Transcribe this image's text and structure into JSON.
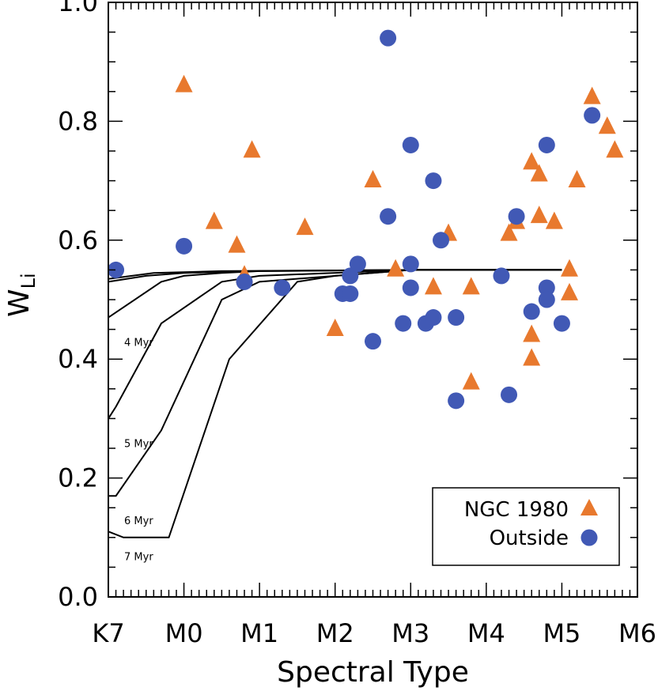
{
  "chart_data": {
    "type": "scatter",
    "xlabel": "Spectral Type",
    "ylabel_main": "W",
    "ylabel_sub": "Li",
    "xlim": [
      0,
      7
    ],
    "ylim": [
      0.0,
      1.0
    ],
    "x_ticks": [
      {
        "value": 0,
        "label": "K7"
      },
      {
        "value": 1,
        "label": "M0"
      },
      {
        "value": 2,
        "label": "M1"
      },
      {
        "value": 3,
        "label": "M2"
      },
      {
        "value": 4,
        "label": "M3"
      },
      {
        "value": 5,
        "label": "M4"
      },
      {
        "value": 6,
        "label": "M5"
      },
      {
        "value": 7,
        "label": "M6"
      }
    ],
    "y_ticks": [
      {
        "value": 0.0,
        "label": "0.0"
      },
      {
        "value": 0.2,
        "label": "0.2"
      },
      {
        "value": 0.4,
        "label": "0.4"
      },
      {
        "value": 0.6,
        "label": "0.6"
      },
      {
        "value": 0.8,
        "label": "0.8"
      },
      {
        "value": 1.0,
        "label": "1.0"
      }
    ],
    "series": [
      {
        "name": "NGC 1980",
        "marker": "triangle",
        "color": "#E8792E",
        "points": [
          [
            1.0,
            0.86
          ],
          [
            1.4,
            0.63
          ],
          [
            1.7,
            0.59
          ],
          [
            1.8,
            0.54
          ],
          [
            1.9,
            0.75
          ],
          [
            2.6,
            0.62
          ],
          [
            3.0,
            0.45
          ],
          [
            3.5,
            0.7
          ],
          [
            3.8,
            0.55
          ],
          [
            4.3,
            0.52
          ],
          [
            4.5,
            0.61
          ],
          [
            4.8,
            0.52
          ],
          [
            4.8,
            0.36
          ],
          [
            5.3,
            0.61
          ],
          [
            5.4,
            0.63
          ],
          [
            5.6,
            0.73
          ],
          [
            5.6,
            0.44
          ],
          [
            5.6,
            0.4
          ],
          [
            5.7,
            0.71
          ],
          [
            5.7,
            0.64
          ],
          [
            5.9,
            0.63
          ],
          [
            6.1,
            0.55
          ],
          [
            6.1,
            0.51
          ],
          [
            6.2,
            0.7
          ],
          [
            6.4,
            0.84
          ],
          [
            6.6,
            0.79
          ],
          [
            6.7,
            0.75
          ]
        ]
      },
      {
        "name": "Outside",
        "marker": "circle",
        "color": "#4159B5",
        "points": [
          [
            0.1,
            0.55
          ],
          [
            1.0,
            0.59
          ],
          [
            1.8,
            0.53
          ],
          [
            2.3,
            0.52
          ],
          [
            3.1,
            0.51
          ],
          [
            3.2,
            0.51
          ],
          [
            3.2,
            0.54
          ],
          [
            3.3,
            0.56
          ],
          [
            3.5,
            0.43
          ],
          [
            3.7,
            0.94
          ],
          [
            3.7,
            0.64
          ],
          [
            3.9,
            0.46
          ],
          [
            4.0,
            0.76
          ],
          [
            4.0,
            0.56
          ],
          [
            4.0,
            0.52
          ],
          [
            4.2,
            0.46
          ],
          [
            4.3,
            0.47
          ],
          [
            4.3,
            0.7
          ],
          [
            4.4,
            0.6
          ],
          [
            4.6,
            0.33
          ],
          [
            4.6,
            0.47
          ],
          [
            5.2,
            0.54
          ],
          [
            5.3,
            0.34
          ],
          [
            5.4,
            0.64
          ],
          [
            5.6,
            0.48
          ],
          [
            5.8,
            0.76
          ],
          [
            5.8,
            0.52
          ],
          [
            5.8,
            0.5
          ],
          [
            6.0,
            0.46
          ],
          [
            6.4,
            0.81
          ]
        ]
      }
    ],
    "isochrones": [
      {
        "label": "4 Myr",
        "points": [
          [
            0.0,
            0.47
          ],
          [
            0.7,
            0.53
          ],
          [
            1.0,
            0.54
          ],
          [
            1.5,
            0.545
          ],
          [
            2.0,
            0.548
          ],
          [
            4.0,
            0.55
          ],
          [
            6.0,
            0.55
          ]
        ]
      },
      {
        "label": "5 Myr",
        "points": [
          [
            0.0,
            0.3
          ],
          [
            0.1,
            0.32
          ],
          [
            0.7,
            0.46
          ],
          [
            1.5,
            0.53
          ],
          [
            2.0,
            0.54
          ],
          [
            4.0,
            0.55
          ],
          [
            6.0,
            0.55
          ]
        ]
      },
      {
        "label": "6 Myr",
        "points": [
          [
            0.0,
            0.17
          ],
          [
            0.1,
            0.17
          ],
          [
            0.7,
            0.28
          ],
          [
            1.5,
            0.5
          ],
          [
            2.0,
            0.53
          ],
          [
            4.0,
            0.55
          ],
          [
            6.0,
            0.55
          ]
        ]
      },
      {
        "label": "7 Myr",
        "points": [
          [
            0.0,
            0.11
          ],
          [
            0.2,
            0.1
          ],
          [
            0.8,
            0.1
          ],
          [
            1.6,
            0.4
          ],
          [
            2.5,
            0.53
          ],
          [
            3.0,
            0.54
          ],
          [
            4.0,
            0.55
          ],
          [
            6.0,
            0.55
          ]
        ]
      },
      {
        "label": "",
        "points": [
          [
            0.0,
            0.53
          ],
          [
            0.5,
            0.54
          ],
          [
            1.0,
            0.545
          ],
          [
            2.0,
            0.548
          ],
          [
            4.0,
            0.55
          ],
          [
            6.0,
            0.55
          ]
        ]
      },
      {
        "label": "",
        "points": [
          [
            0.0,
            0.535
          ],
          [
            0.6,
            0.545
          ],
          [
            1.5,
            0.548
          ],
          [
            4.0,
            0.55
          ],
          [
            6.0,
            0.55
          ]
        ]
      }
    ],
    "legend": {
      "position": "bottom-right",
      "entries": [
        {
          "label": "NGC 1980",
          "marker": "triangle",
          "color": "#E8792E"
        },
        {
          "label": "Outside",
          "marker": "circle",
          "color": "#4159B5"
        }
      ]
    },
    "grid": false
  }
}
